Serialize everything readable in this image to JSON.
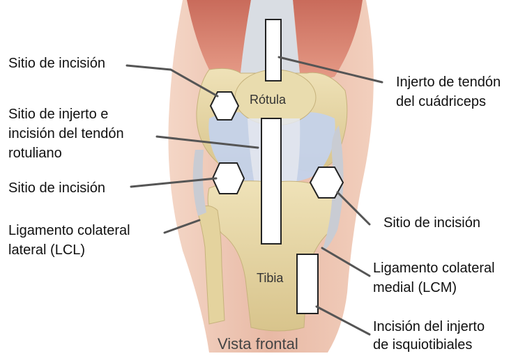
{
  "labels": {
    "incision_top_left": "Sitio de incisión",
    "patellar_graft_1": "Sitio de injerto e",
    "patellar_graft_2": "incisión del tendón",
    "patellar_graft_3": "rotuliano",
    "incision_mid_left": "Sitio de incisión",
    "lcl_1": "Ligamento colateral",
    "lcl_2": "lateral (LCL)",
    "quad_graft_1": "Injerto de tendón",
    "quad_graft_2": "del cuádriceps",
    "incision_right": "Sitio de incisión",
    "lcm_1": "Ligamento colateral",
    "lcm_2": "medial (LCM)",
    "hamstring_1": "Incisión del injerto",
    "hamstring_2": "de isquiotibiales",
    "patella": "Rótula",
    "tibia": "Tibia",
    "view": "Vista frontal"
  }
}
